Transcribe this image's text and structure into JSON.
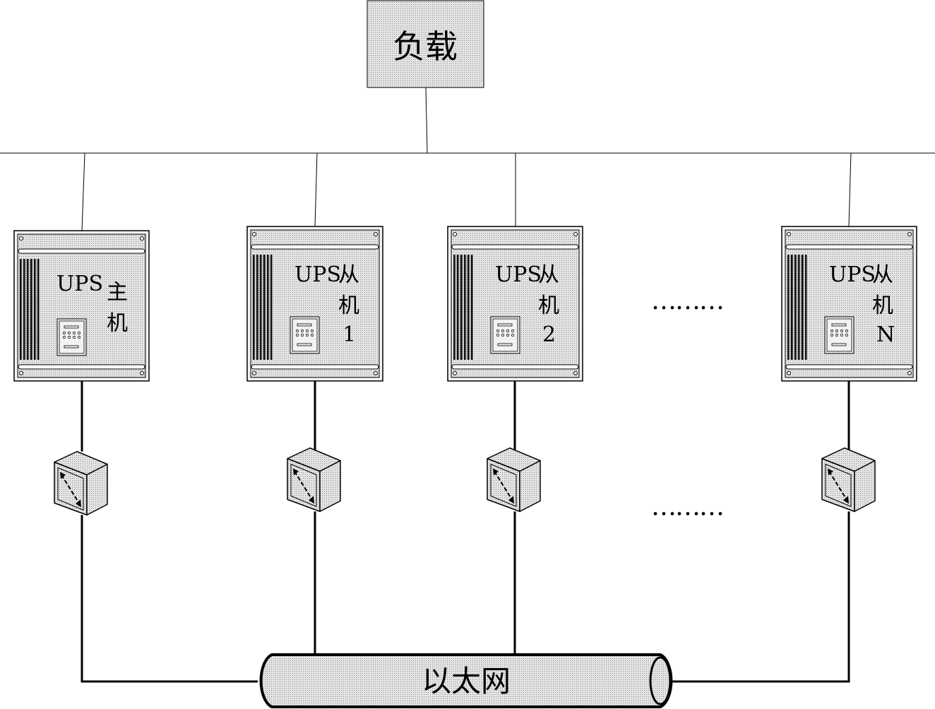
{
  "load": {
    "label": "负载"
  },
  "network": {
    "label": "以太网"
  },
  "ups_units": [
    {
      "role": "UPS",
      "lines": [
        "主",
        "机"
      ]
    },
    {
      "role": "UPS",
      "lines": [
        "从",
        "机",
        "1"
      ]
    },
    {
      "role": "UPS",
      "lines": [
        "从",
        "机",
        "2"
      ]
    },
    {
      "role": "UPS",
      "lines": [
        "从",
        "机",
        "N"
      ]
    }
  ],
  "ellipsis": "………"
}
